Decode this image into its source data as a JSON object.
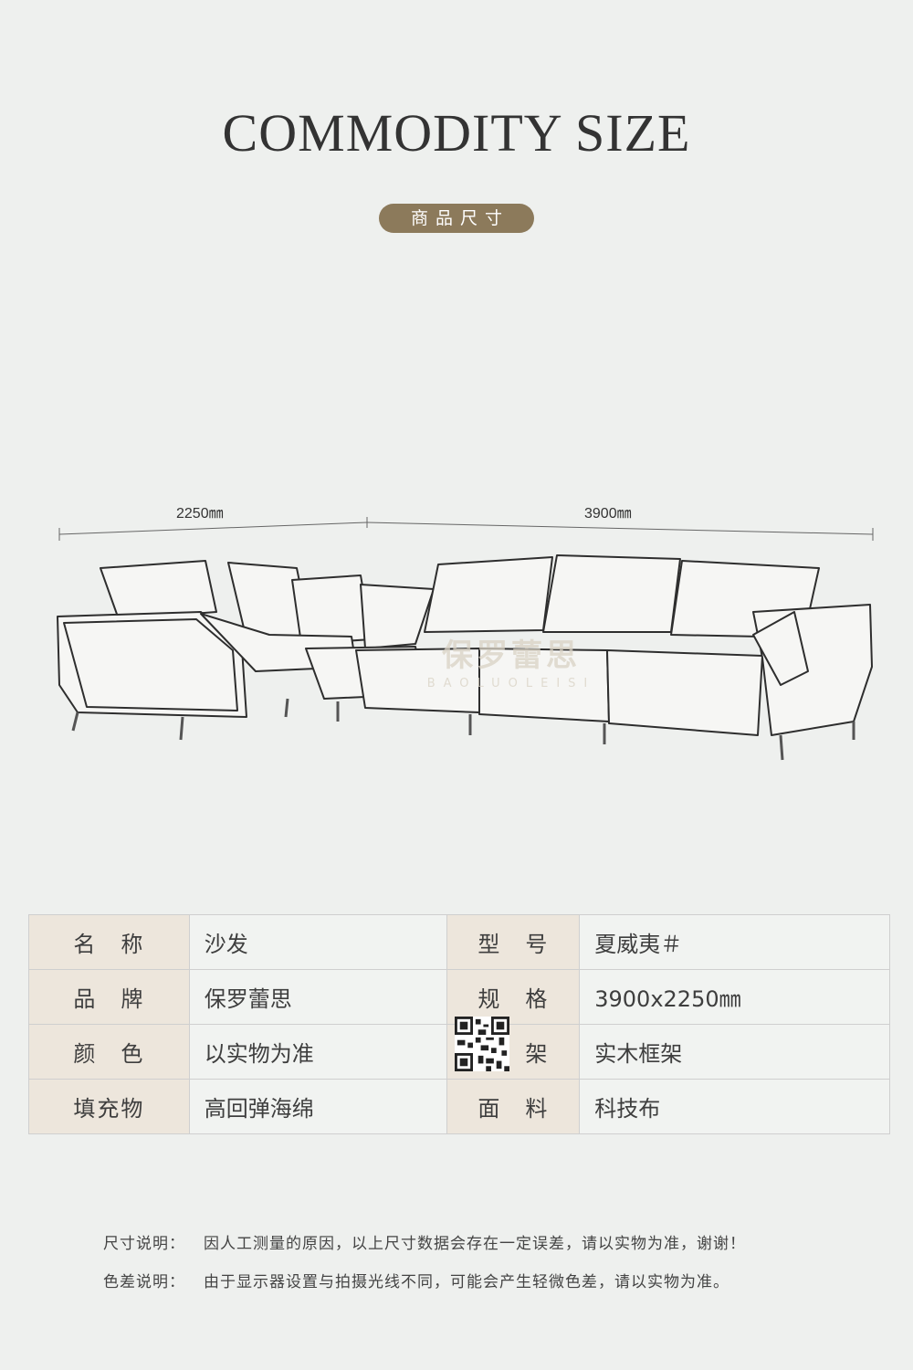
{
  "header": {
    "title": "COMMODITY SIZE",
    "subtitle": "商品尺寸"
  },
  "dimensions": {
    "left": "2250㎜",
    "right": "3900㎜"
  },
  "watermark": {
    "cn": "保罗蕾思",
    "en": "BAOLUOLEISI"
  },
  "specs": {
    "rows": [
      {
        "k1": "名　称",
        "v1": "沙发",
        "k2": "型　号",
        "v2": "夏威夷＃"
      },
      {
        "k1": "品　牌",
        "v1": "保罗蕾思",
        "k2": "规　格",
        "v2": "3900x2250㎜"
      },
      {
        "k1": "颜　色",
        "v1": "以实物为准",
        "k2": "框　架",
        "v2": "实木框架"
      },
      {
        "k1": "填充物",
        "v1": "高回弹海绵",
        "k2": "面　料",
        "v2": "科技布"
      }
    ]
  },
  "notes": [
    {
      "label": "尺寸说明：",
      "text": "因人工测量的原因，以上尺寸数据会存在一定误差，请以实物为准，谢谢！"
    },
    {
      "label": "色差说明：",
      "text": "由于显示器设置与拍摄光线不同，可能会产生轻微色差，请以实物为准。"
    }
  ],
  "colors": {
    "background": "#eef0ee",
    "accent": "#8c7a5b",
    "key_cell": "#ede6dc"
  }
}
